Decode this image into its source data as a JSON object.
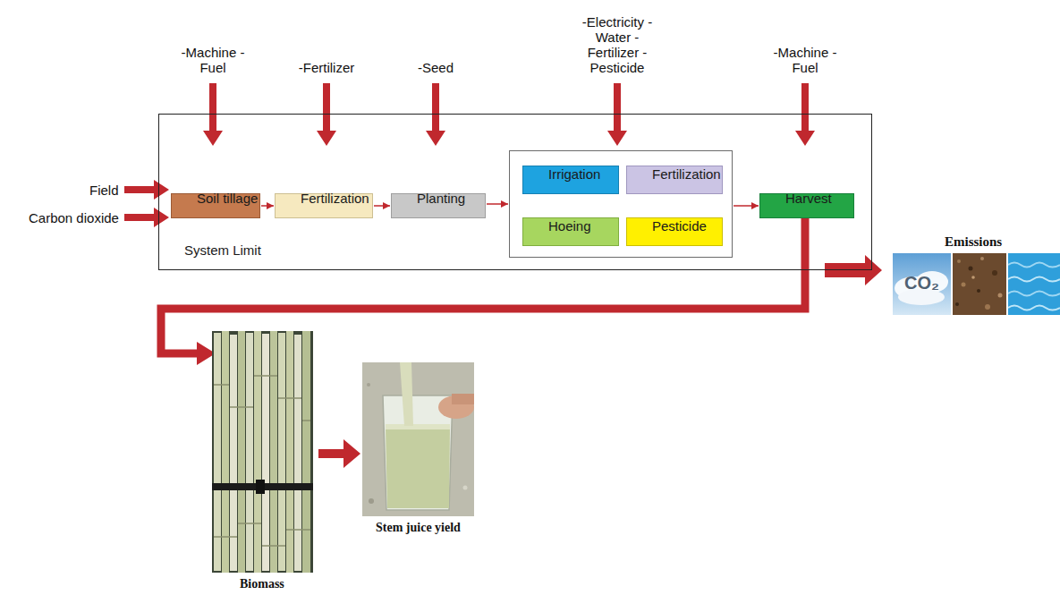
{
  "diagram": {
    "nodes": [
      {
        "text": [
          "System Limit"
        ]
      },
      {
        "text": [
          "Soil tillage"
        ],
        "in": 0
      },
      {
        "text": [
          "Fertilization"
        ],
        "in": 0
      },
      {
        "text": [
          "Planting"
        ],
        "in": 0
      },
      {
        "text": [],
        "in": 0
      },
      {
        "text": [
          "Irrigation"
        ],
        "in": 4
      },
      {
        "text": [
          "Fertilization"
        ],
        "in": 4
      },
      {
        "text": [
          "Hoeing"
        ],
        "in": 4
      },
      {
        "text": [
          "Pesticide"
        ],
        "in": 4
      },
      {
        "text": [
          "Harvest"
        ],
        "in": 0
      }
    ],
    "edges": [
      {
        "from": 1,
        "to": 2,
        "arrow": "to"
      },
      {
        "from": 2,
        "to": 3,
        "arrow": "to"
      },
      {
        "from": 3,
        "to": 4,
        "arrow": "to"
      },
      {
        "from": 4,
        "to": 9,
        "arrow": "to"
      }
    ],
    "labels": [
      "-Machine -Fuel",
      "-Fertilizer",
      "-Seed",
      "-Electricity -Water -Fertilizer -Pesticide",
      "-Machine -Fuel",
      "Field",
      "Carbon dioxide",
      "Emissions",
      "CO₂",
      "Biomass",
      "Stem juice yield"
    ]
  }
}
